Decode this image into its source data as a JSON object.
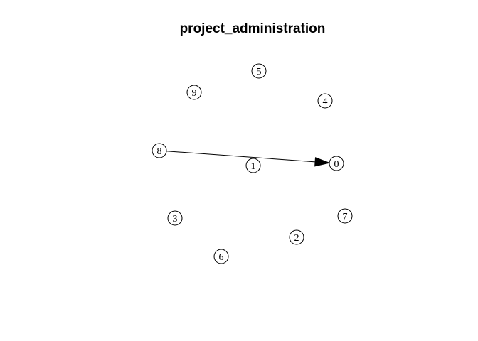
{
  "title": "project_administration",
  "graph": {
    "directed": true,
    "nodes": [
      "0",
      "1",
      "2",
      "3",
      "4",
      "5",
      "6",
      "7",
      "8",
      "9"
    ],
    "edges": [
      {
        "from": "8",
        "to": "0"
      }
    ]
  }
}
